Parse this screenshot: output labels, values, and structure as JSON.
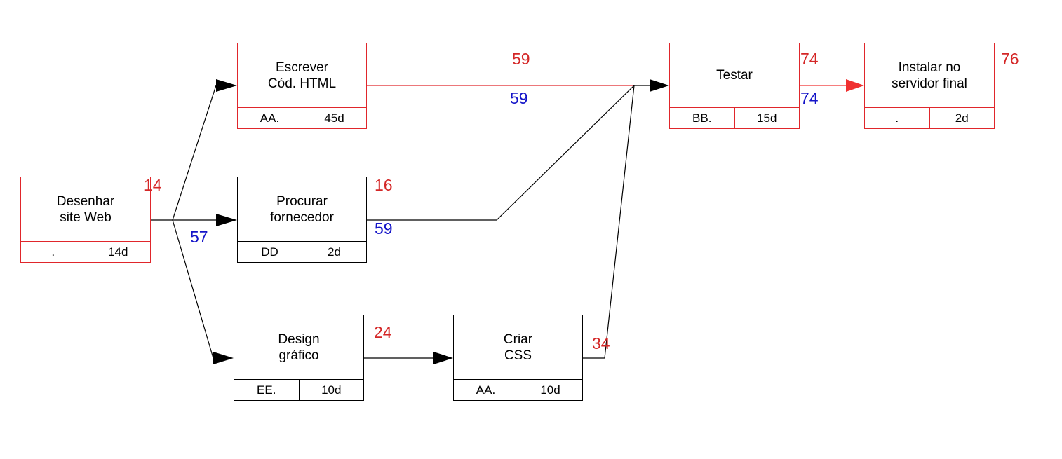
{
  "nodes": {
    "desenhar": {
      "line1": "Desenhar",
      "line2": "site Web",
      "resource": ".",
      "duration": "14d"
    },
    "escrever": {
      "line1": "Escrever",
      "line2": "Cód. HTML",
      "resource": "AA.",
      "duration": "45d"
    },
    "procurar": {
      "line1": "Procurar",
      "line2": "fornecedor",
      "resource": "DD",
      "duration": "2d"
    },
    "design": {
      "line1": "Design",
      "line2": "gráfico",
      "resource": "EE.",
      "duration": "10d"
    },
    "criar": {
      "line1": "Criar",
      "line2": "CSS",
      "resource": "AA.",
      "duration": "10d"
    },
    "testar": {
      "line1": "Testar",
      "line2": "",
      "resource": "BB.",
      "duration": "15d"
    },
    "instalar": {
      "line1": "Instalar no",
      "line2": "servidor final",
      "resource": ".",
      "duration": "2d"
    }
  },
  "labels": {
    "desenhar_early": "14",
    "desenhar_late": "57",
    "procurar_early": "16",
    "procurar_late": "59",
    "escrever_early": "59",
    "escrever_late": "59",
    "design_early": "24",
    "criar_early": "34",
    "testar_early": "74",
    "testar_late": "74",
    "instalar_early": "76"
  },
  "colors": {
    "critical": "#e0262b",
    "normal": "#000000",
    "early_label": "#d42727",
    "late_label": "#1414c8",
    "critical_arrow": "#f03030"
  }
}
